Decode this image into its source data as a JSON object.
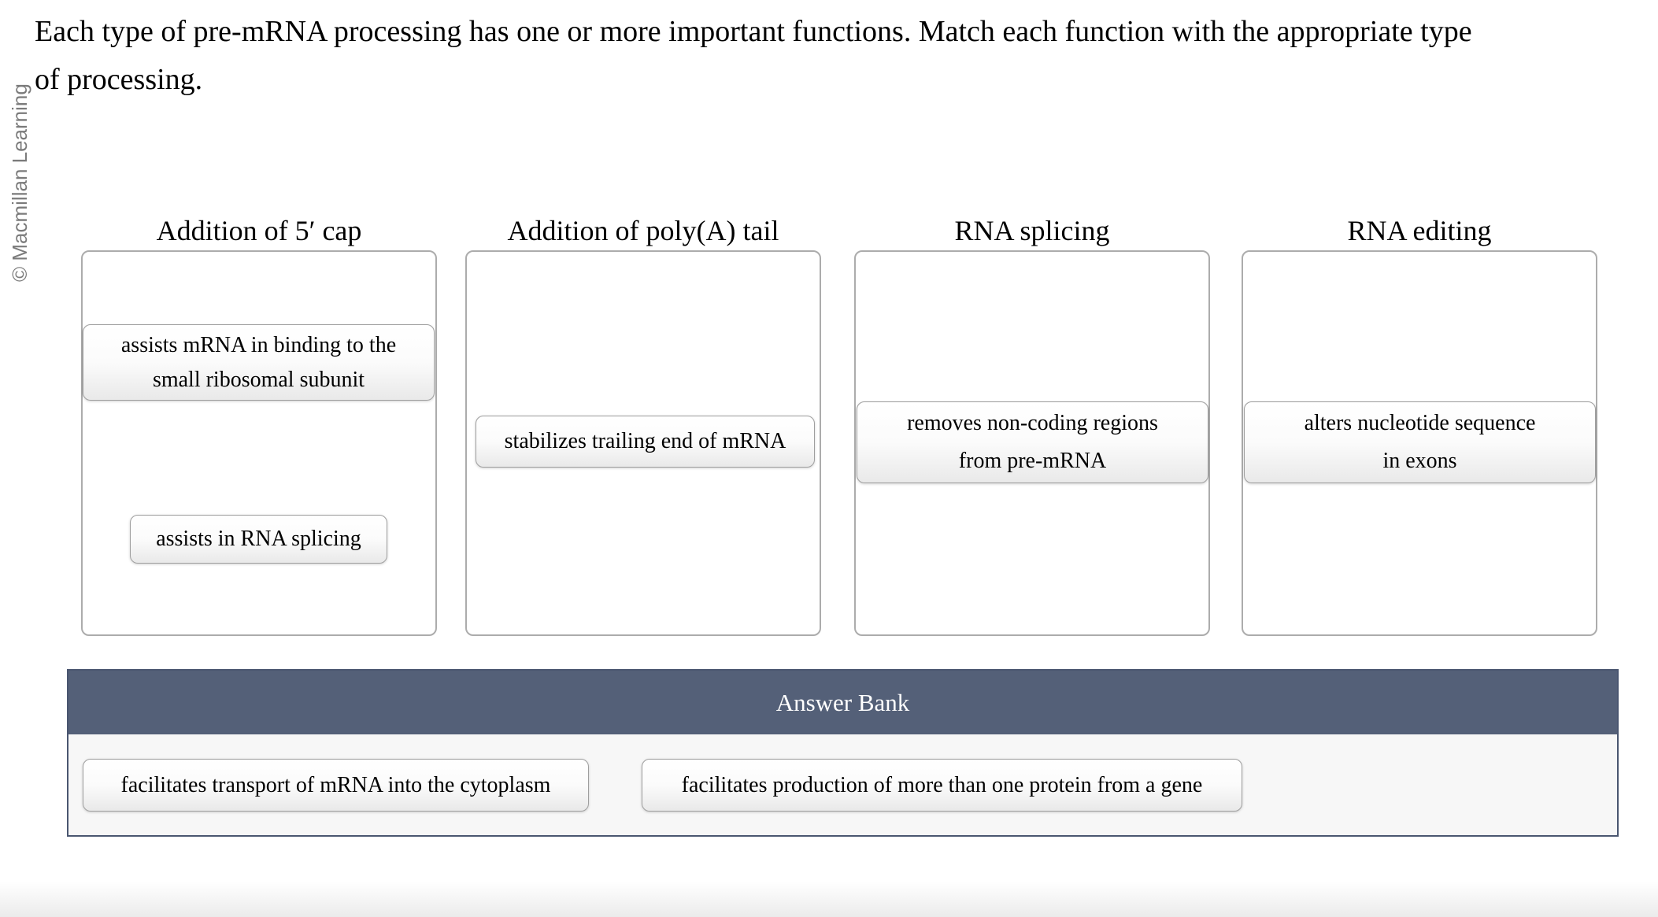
{
  "page": {
    "copyright": "© Macmillan Learning",
    "instructions": {
      "line1": "Each type of pre-mRNA processing has one or more important functions. Match each function with the appropriate type",
      "line2": "of processing."
    }
  },
  "colors": {
    "answer_bank_header": "#546078",
    "answer_bank_border": "#4a5670",
    "answer_bank_body": "#f7f7f7",
    "dropzone_border": "#acacac",
    "chip_border": "#9e9e9e",
    "copyright_gray": "#7b7b7b"
  },
  "categories": [
    {
      "label": "Addition of 5′ cap",
      "chips": [
        {
          "lines": [
            "assists mRNA in binding to the",
            "small ribosomal subunit"
          ]
        },
        {
          "lines": [
            "assists in RNA splicing"
          ]
        }
      ]
    },
    {
      "label": "Addition of poly(A) tail",
      "chips": [
        {
          "lines": [
            "stabilizes trailing end of mRNA"
          ]
        }
      ]
    },
    {
      "label": "RNA splicing",
      "chips": [
        {
          "lines": [
            "removes non-coding regions",
            "from pre-mRNA"
          ]
        }
      ]
    },
    {
      "label": "RNA editing",
      "chips": [
        {
          "lines": [
            "alters nucleotide sequence",
            "in exons"
          ]
        }
      ]
    }
  ],
  "answer_bank": {
    "title": "Answer Bank",
    "chips": [
      {
        "lines": [
          "facilitates transport of mRNA into the cytoplasm"
        ]
      },
      {
        "lines": [
          "facilitates production of more than one protein from a gene"
        ]
      }
    ]
  }
}
